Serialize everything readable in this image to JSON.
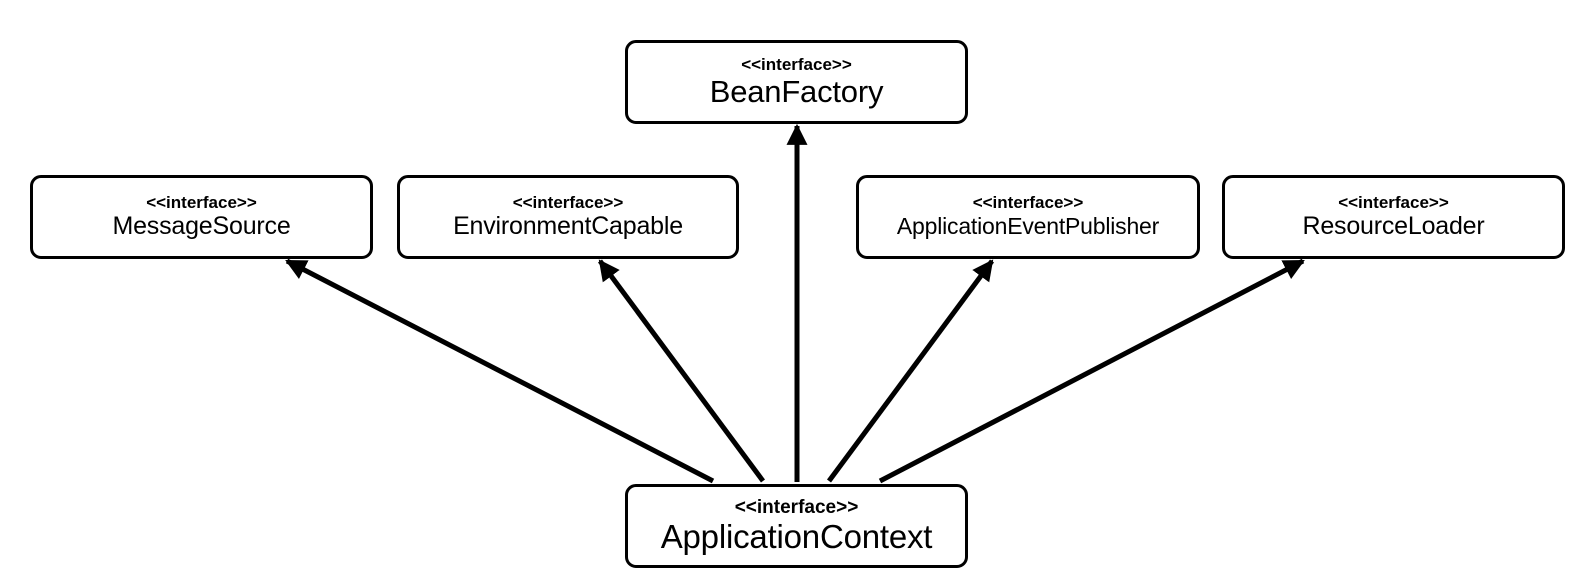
{
  "nodes": {
    "bean_factory": {
      "stereotype": "<<interface>>",
      "name": "BeanFactory"
    },
    "message_source": {
      "stereotype": "<<interface>>",
      "name": "MessageSource"
    },
    "environment_capable": {
      "stereotype": "<<interface>>",
      "name": "EnvironmentCapable"
    },
    "event_publisher": {
      "stereotype": "<<interface>>",
      "name": "ApplicationEventPublisher"
    },
    "resource_loader": {
      "stereotype": "<<interface>>",
      "name": "ResourceLoader"
    },
    "application_context": {
      "stereotype": "<<interface>>",
      "name": "ApplicationContext"
    }
  },
  "edges": [
    {
      "from": "application_context",
      "to": "bean_factory"
    },
    {
      "from": "application_context",
      "to": "message_source"
    },
    {
      "from": "application_context",
      "to": "environment_capable"
    },
    {
      "from": "application_context",
      "to": "event_publisher"
    },
    {
      "from": "application_context",
      "to": "resource_loader"
    }
  ],
  "colors": {
    "stroke": "#000000",
    "background": "#ffffff"
  }
}
